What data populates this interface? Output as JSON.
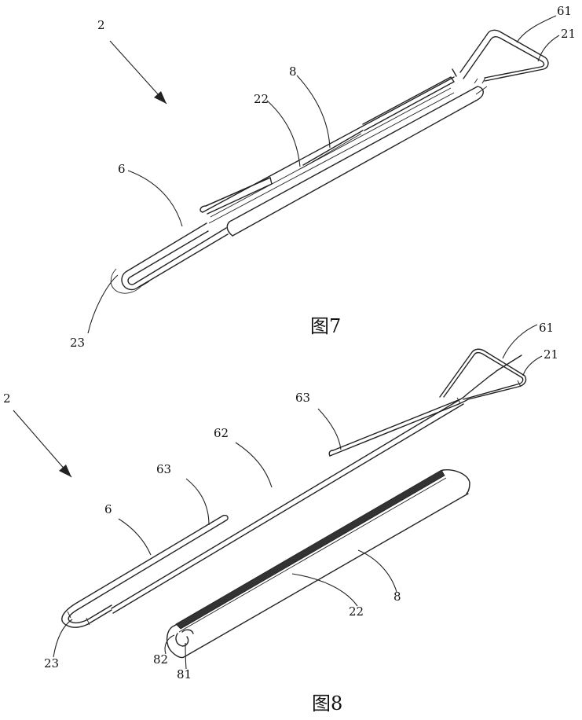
{
  "figure_7": {
    "caption": "图7",
    "labels": {
      "assembly": "2",
      "head_bend": "61",
      "head_end": "21",
      "sleeve_slot": "22",
      "sleeve": "8",
      "rod": "6",
      "tail_end": "23"
    }
  },
  "figure_8": {
    "caption": "图8",
    "labels": {
      "assembly": "2",
      "head_bend": "61",
      "head_end": "21",
      "upper_segment": "63",
      "middle_rod": "62",
      "lower_segment": "63",
      "rod": "6",
      "tail_end": "23",
      "sleeve": "8",
      "sleeve_slot": "22",
      "inner_lip": "82",
      "outer_lip": "81"
    }
  }
}
